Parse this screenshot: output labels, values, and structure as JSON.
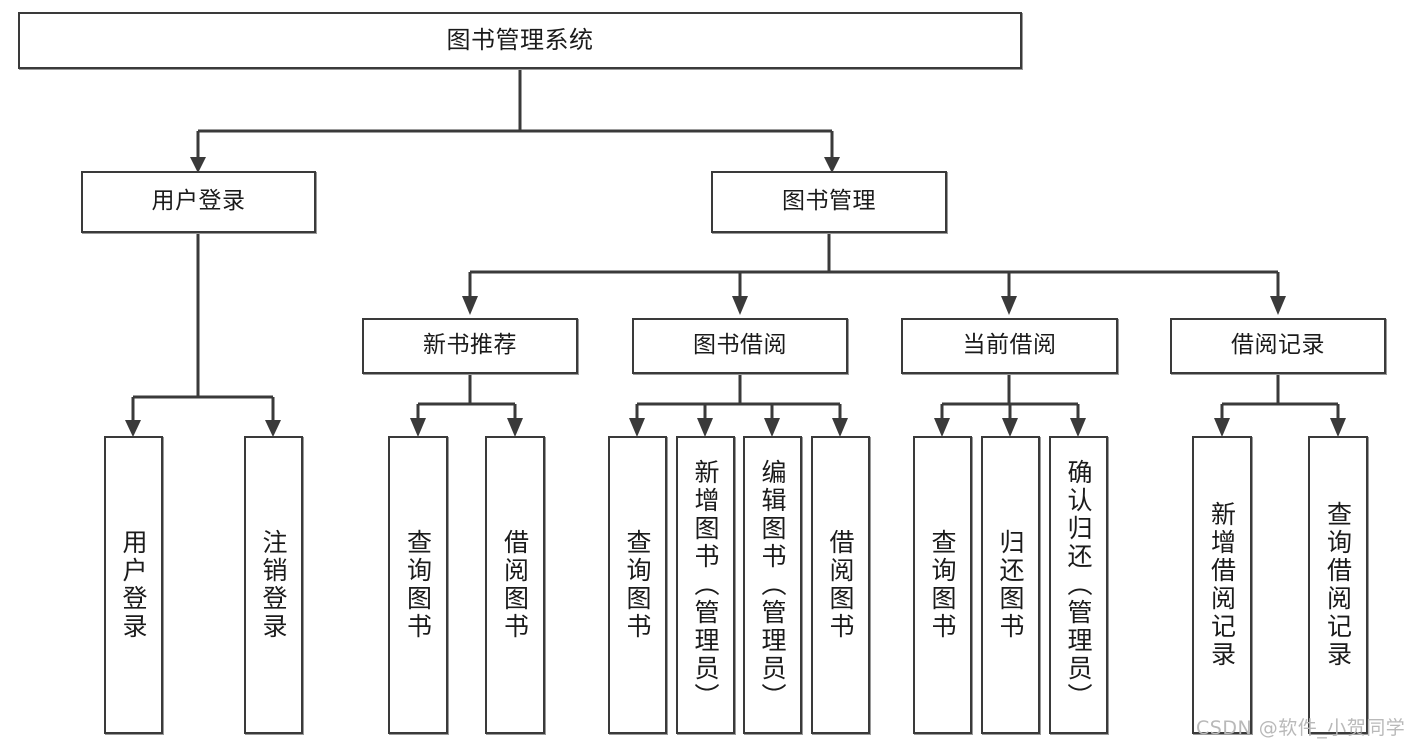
{
  "diagram": {
    "type": "tree",
    "title": "图书管理系统",
    "orientation": "top-down",
    "colors": {
      "box_border": "#3a3a3a",
      "box_fill": "#ffffff",
      "edge": "#3a3a3a",
      "text": "#1b1b1b",
      "watermark": "#b9b9b9",
      "background": "#ffffff"
    },
    "nodes": {
      "root": {
        "label": "图书管理系统"
      },
      "level1": [
        {
          "id": "user_login",
          "label": "用户登录"
        },
        {
          "id": "book_mgmt",
          "label": "图书管理"
        }
      ],
      "level2": [
        {
          "id": "new_book_rec",
          "label": "新书推荐",
          "parent": "book_mgmt"
        },
        {
          "id": "book_borrow",
          "label": "图书借阅",
          "parent": "book_mgmt"
        },
        {
          "id": "current_borrow",
          "label": "当前借阅",
          "parent": "book_mgmt"
        },
        {
          "id": "borrow_record",
          "label": "借阅记录",
          "parent": "book_mgmt"
        }
      ],
      "leaves": [
        {
          "id": "leaf_user_login",
          "label": "用户登录",
          "parent": "user_login"
        },
        {
          "id": "leaf_user_logout",
          "label": "注销登录",
          "parent": "user_login"
        },
        {
          "id": "leaf_rec_query",
          "label": "查询图书",
          "parent": "new_book_rec"
        },
        {
          "id": "leaf_rec_borrow",
          "label": "借阅图书",
          "parent": "new_book_rec"
        },
        {
          "id": "leaf_borrow_query",
          "label": "查询图书",
          "parent": "book_borrow"
        },
        {
          "id": "leaf_book_add",
          "label": "新增图书（管理员）",
          "parent": "book_borrow"
        },
        {
          "id": "leaf_book_edit",
          "label": "编辑图书（管理员）",
          "parent": "book_borrow"
        },
        {
          "id": "leaf_borrow_book",
          "label": "借阅图书",
          "parent": "book_borrow"
        },
        {
          "id": "leaf_cur_query",
          "label": "查询图书",
          "parent": "current_borrow"
        },
        {
          "id": "leaf_cur_return",
          "label": "归还图书",
          "parent": "current_borrow"
        },
        {
          "id": "leaf_cur_confirm",
          "label": "确认归还（管理员）",
          "parent": "current_borrow"
        },
        {
          "id": "leaf_rec_add",
          "label": "新增借阅记录",
          "parent": "borrow_record"
        },
        {
          "id": "leaf_rec_search",
          "label": "查询借阅记录",
          "parent": "borrow_record"
        }
      ]
    },
    "watermark": "CSDN @软件_小贺同学"
  }
}
